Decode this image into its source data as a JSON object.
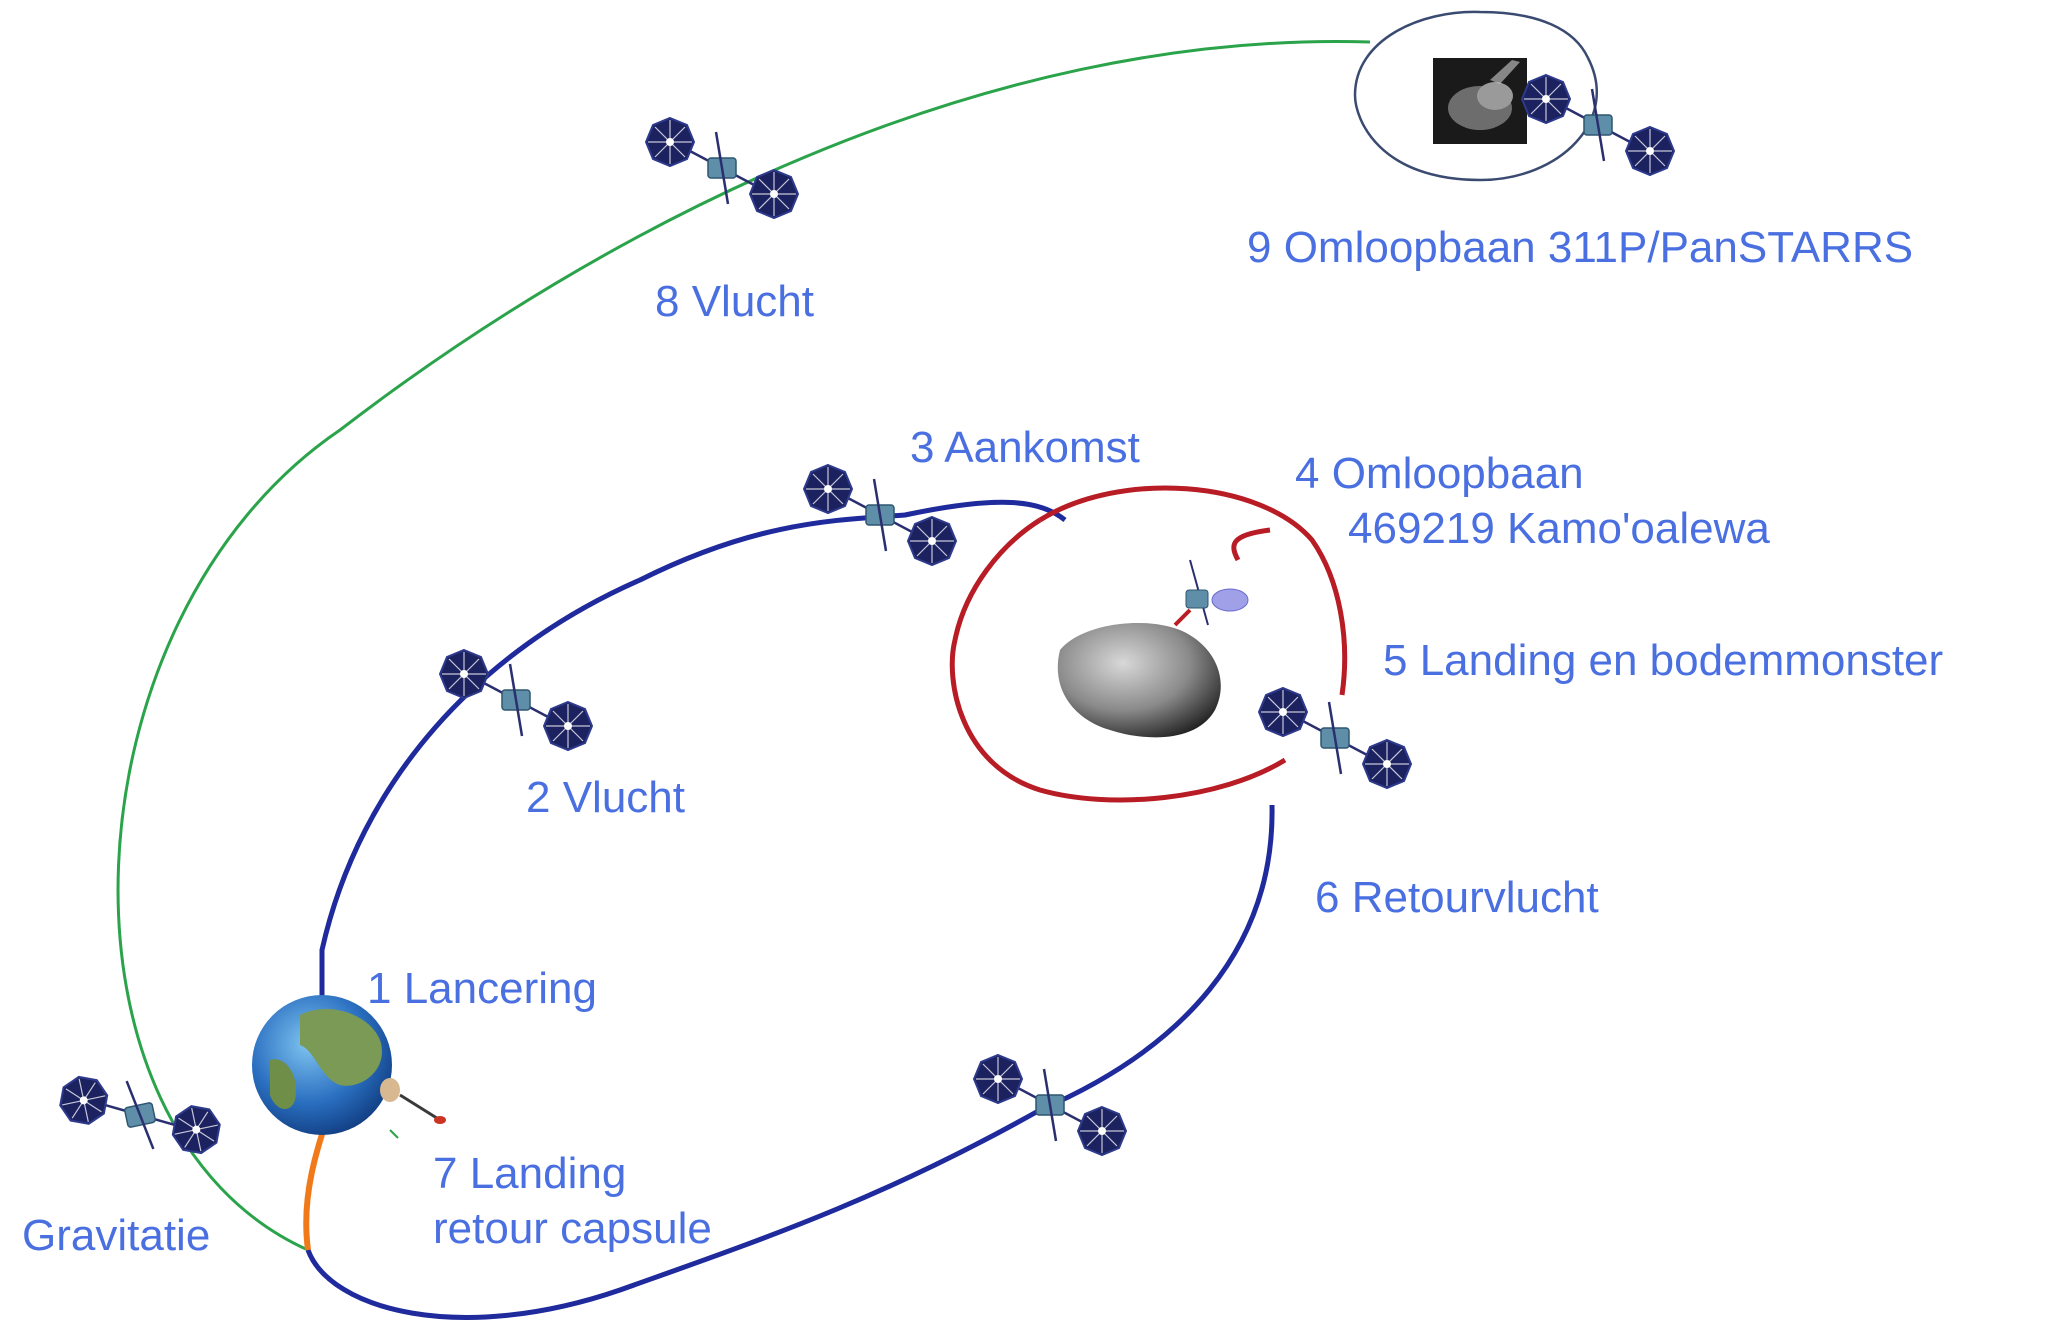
{
  "labels": {
    "launch": "1 Lancering",
    "flight_out": "2 Vlucht",
    "arrival": "3 Aankomst",
    "orbit_asteroid_line1": "4 Omloopbaan",
    "orbit_asteroid_line2": "469219 Kamo'oalewa",
    "landing_sample": "5 Landing en bodemmonster",
    "return_flight": "6 Retourvlucht",
    "capsule_line1": "7 Landing",
    "capsule_line2": "retour capsule",
    "flight_comet": "8 Vlucht",
    "orbit_comet": "9 Omloopbaan 311P/PanSTARRS",
    "gravity": "Gravitatie"
  },
  "colors": {
    "label_text": "#4a6fe0",
    "transfer_path": "#1f2a9c",
    "asteroid_orbit": "#b81c24",
    "comet_path": "#2aa34a",
    "capsule_path": "#f07a1a",
    "comet_orbit": "#3a4a70"
  },
  "icons": [
    "spacecraft-icon",
    "earth-icon",
    "asteroid-icon",
    "comet-icon",
    "capsule-icon"
  ]
}
